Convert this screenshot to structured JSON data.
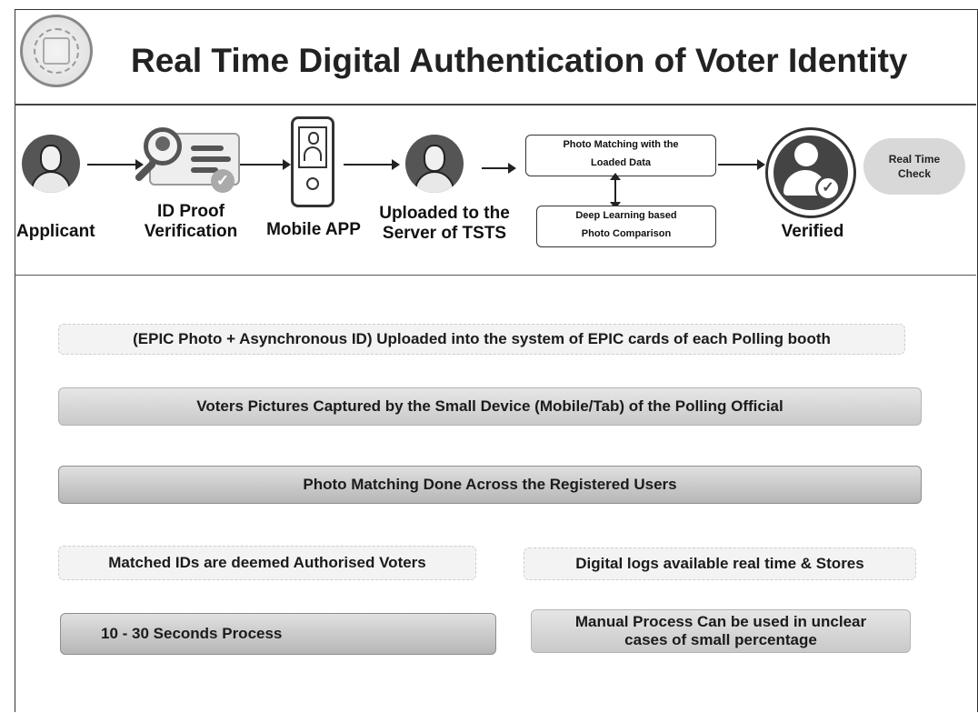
{
  "header": {
    "title": "Real Time Digital Authentication of Voter Identity"
  },
  "flow": {
    "applicant": "Applicant",
    "id_proof_1": "ID Proof",
    "id_proof_2": "Verification",
    "mobile_app": "Mobile APP",
    "uploaded_1": "Uploaded to the",
    "uploaded_2": "Server of TSTS",
    "photo_matching_1": "Photo Matching with the",
    "photo_matching_2": "Loaded Data",
    "deep_learning_1": "Deep Learning based",
    "deep_learning_2": "Photo Comparison",
    "verified": "Verified",
    "real_time_1": "Real Time",
    "real_time_2": "Check"
  },
  "steps": {
    "epic": "(EPIC Photo + Asynchronous ID) Uploaded into the system of EPIC cards of each Polling booth",
    "voters": "Voters Pictures Captured by the Small Device (Mobile/Tab) of the Polling Official",
    "photo_match": "Photo Matching Done Across the Registered Users",
    "matched": "Matched IDs are deemed Authorised Voters",
    "digital_logs": "Digital logs available real time & Stores",
    "seconds": "10 - 30 Seconds Process",
    "manual_1": "Manual Process Can be used in unclear",
    "manual_2": "cases of small percentage"
  },
  "icons": {
    "logo": "emblem-seal",
    "applicant": "person-avatar-icon",
    "id_proof": "id-card-magnifier-icon",
    "mobile": "mobile-phone-icon",
    "uploaded": "person-avatar-icon",
    "verified": "verified-user-icon",
    "cloud": "cloud-icon"
  }
}
